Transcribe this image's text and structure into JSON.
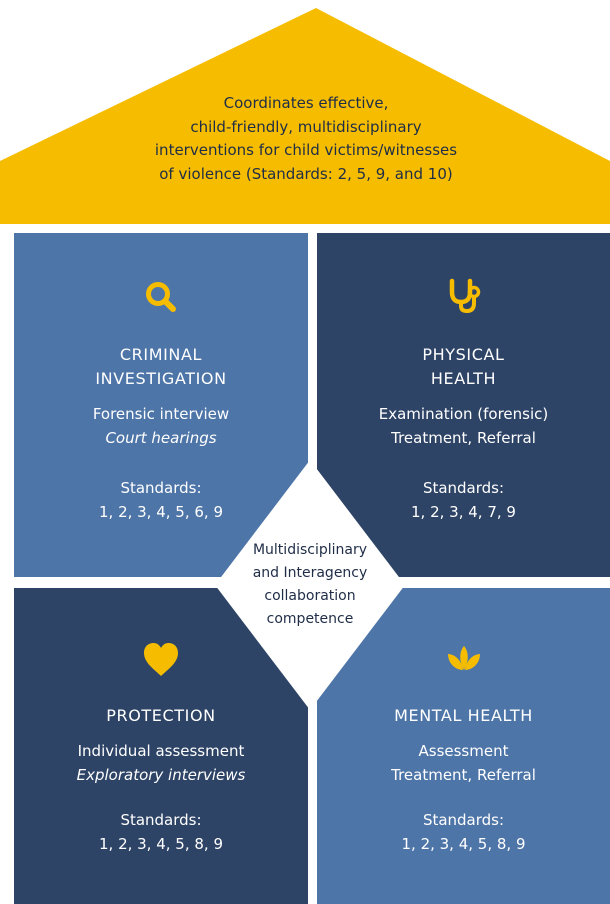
{
  "roof": {
    "lines": [
      "Coordinates effective,",
      "child-friendly, multidisciplinary",
      "interventions for child victims/witnesses",
      "of violence (Standards: 2, 5, 9, and 10)"
    ],
    "color": "#f6bd00"
  },
  "colors": {
    "light_blue": "#4e75a8",
    "dark_blue": "#2e4466",
    "accent_yellow": "#f6bd00"
  },
  "quadrants": {
    "criminal": {
      "icon": "magnifier-icon",
      "title": [
        "CRIMINAL",
        "INVESTIGATION"
      ],
      "line1": "Forensic interview",
      "line2": "Court hearings",
      "std_label": "Standards:",
      "std_values": "1, 2, 3, 4, 5, 6, 9"
    },
    "physical": {
      "icon": "stethoscope-icon",
      "title": [
        "PHYSICAL",
        "HEALTH"
      ],
      "line1": "Examination (forensic)",
      "line2": "Treatment, Referral",
      "std_label": "Standards:",
      "std_values": "1, 2, 3, 4, 7, 9"
    },
    "protection": {
      "icon": "heart-icon",
      "title": [
        "PROTECTION"
      ],
      "line1": "Individual assessment",
      "line2": "Exploratory interviews",
      "std_label": "Standards:",
      "std_values": "1, 2, 3, 4, 5, 8, 9"
    },
    "mental": {
      "icon": "lotus-icon",
      "title": [
        "MENTAL HEALTH"
      ],
      "line1": "Assessment",
      "line2": "Treatment, Referral",
      "std_label": "Standards:",
      "std_values": "1, 2, 3, 4, 5, 8, 9"
    }
  },
  "center": {
    "lines": [
      "Multidisciplinary",
      "and Interagency",
      "collaboration",
      "competence"
    ]
  }
}
